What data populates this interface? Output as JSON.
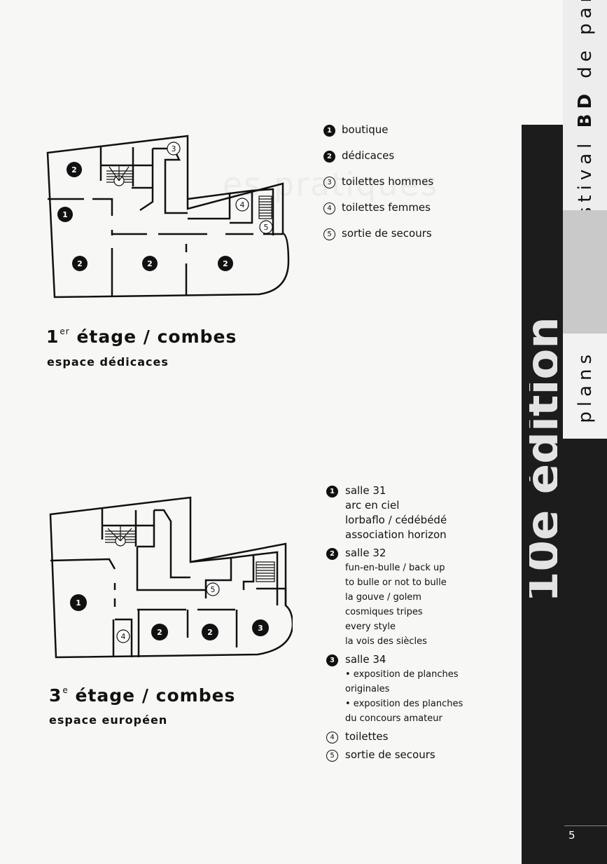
{
  "header": {
    "vertical_tab_top": "festival BD de paris",
    "vertical_tab_top_parts": [
      "festival",
      "BD",
      "de paris"
    ],
    "vertical_tab_bottom": "plans",
    "ghost_band_text": "10e édition",
    "ghost_title": "es pratiques"
  },
  "floor1": {
    "title": "1",
    "title_sup": "er",
    "title_rest": " étage / combes",
    "subtitle": "espace dédicaces",
    "legend": [
      {
        "num": "1",
        "style": "filled",
        "label": "boutique"
      },
      {
        "num": "2",
        "style": "filled",
        "label": "dédicaces"
      },
      {
        "num": "3",
        "style": "ring",
        "label": "toilettes hommes"
      },
      {
        "num": "4",
        "style": "ring",
        "label": "toilettes femmes"
      },
      {
        "num": "5",
        "style": "ring",
        "label": "sortie de secours"
      }
    ],
    "map_labels": {
      "n1": "1",
      "n2": "2",
      "n3": "3",
      "n4": "4",
      "n5": "5"
    }
  },
  "floor3": {
    "title": "3",
    "title_sup": "e",
    "title_rest": " étage / combes",
    "subtitle": "espace européen",
    "legend": [
      {
        "num": "1",
        "style": "filled",
        "title": "salle 31",
        "lines": [
          "arc en ciel",
          "lorbaflo / cédébédé",
          "association horizon"
        ],
        "size": "big"
      },
      {
        "num": "2",
        "style": "filled",
        "title": "salle 32",
        "lines": [
          "fun-en-bulle / back up",
          "to bulle or not to bulle",
          "la gouve / golem",
          "cosmiques tripes",
          "every style",
          "la vois des siècles"
        ],
        "size": "small"
      },
      {
        "num": "3",
        "style": "filled",
        "title": "salle 34",
        "lines": [
          "• exposition de planches",
          "originales",
          "• exposition des planches",
          "du concours amateur"
        ],
        "size": "small"
      },
      {
        "num": "4",
        "style": "ring",
        "title": "toilettes",
        "lines": []
      },
      {
        "num": "5",
        "style": "ring",
        "title": "sortie de secours",
        "lines": []
      }
    ],
    "map_labels": {
      "n1": "1",
      "n2": "2",
      "n3": "3",
      "n4": "4",
      "n5": "5"
    }
  },
  "page_number": "5"
}
